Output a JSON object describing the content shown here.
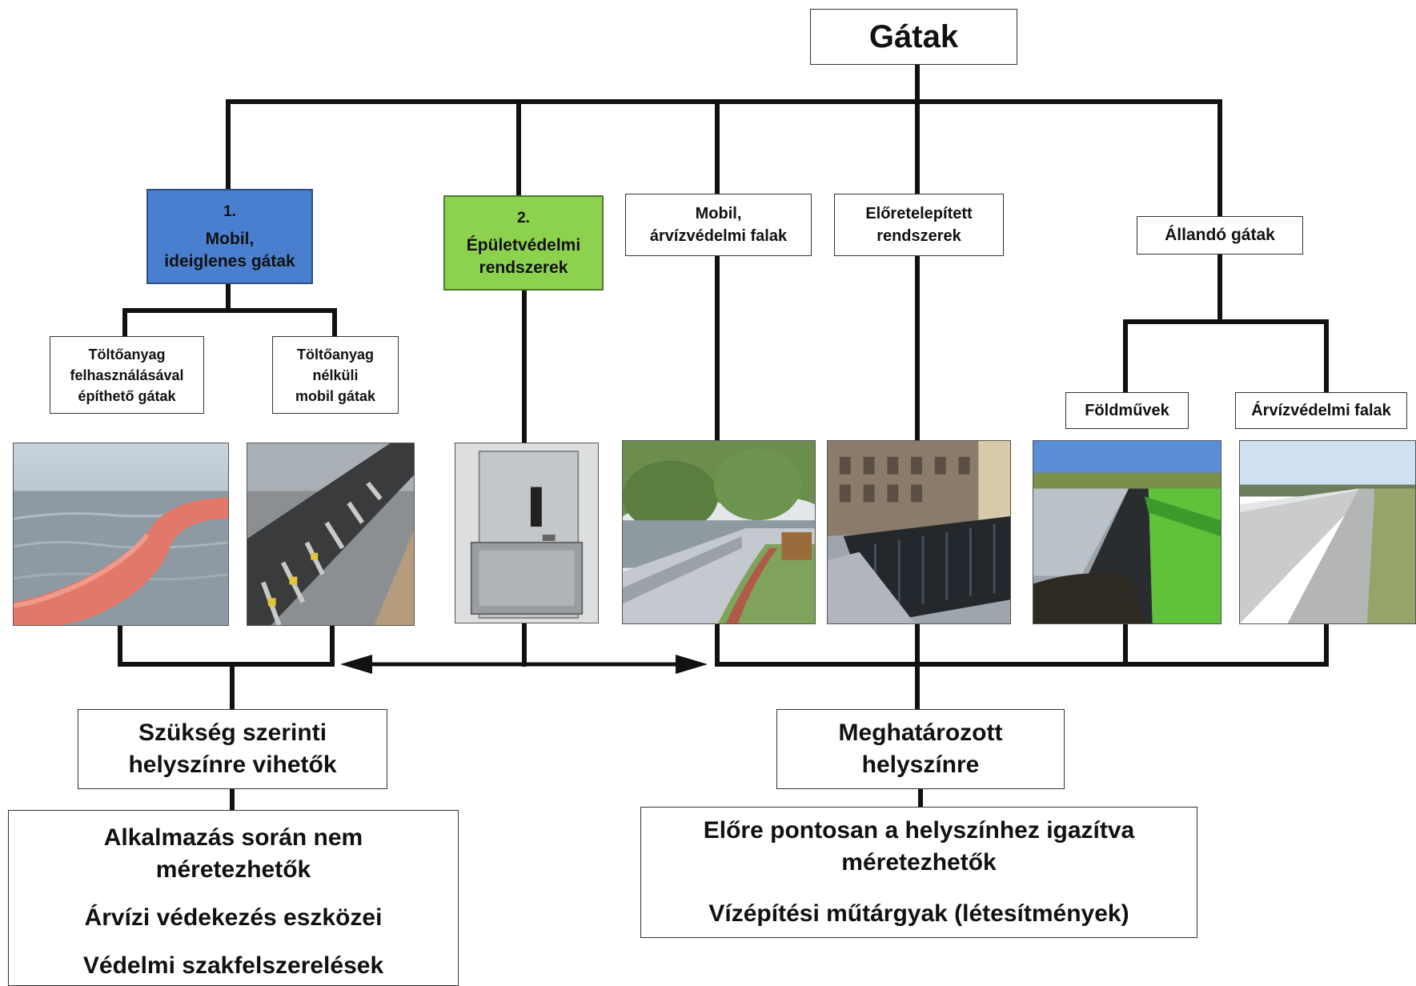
{
  "root": {
    "title": "Gátak"
  },
  "categories": {
    "mobile_temp": {
      "number": "1.",
      "line1": "Mobil,",
      "line2": "ideiglenes gátak",
      "color": "#4a7fcf"
    },
    "building": {
      "number": "2.",
      "line1": "Épületvédelmi",
      "line2": "rendszerek",
      "color": "#8cd24f"
    },
    "mobile_walls": {
      "line1": "Mobil,",
      "line2": "árvízvédelmi falak"
    },
    "preinstalled": {
      "line1": "Előretelepített",
      "line2": "rendszerek"
    },
    "permanent": {
      "label": "Állandó gátak"
    }
  },
  "subcategories": {
    "with_fill": {
      "line1": "Töltőanyag",
      "line2": "felhasználásával",
      "line3": "építhető gátak"
    },
    "without_fill": {
      "line1": "Töltőanyag",
      "line2": "nélküli",
      "line3": "mobil gátak"
    },
    "earthworks": {
      "label": "Földművek"
    },
    "flood_walls": {
      "label": "Árvízvédelmi falak"
    }
  },
  "outcomes": {
    "portable": {
      "line1": "Szükség szerinti",
      "line2": "helyszínre vihetők"
    },
    "fixed": {
      "line1": "Meghatározott",
      "line2": "helyszínre"
    }
  },
  "details": {
    "left": {
      "line1": "Alkalmazás során nem",
      "line2": "méretezhetők",
      "line3": "Árvízi védekezés eszközei",
      "line4": "Védelmi szakfelszerelések"
    },
    "right": {
      "line1": "Előre pontosan a helyszínhez igazítva",
      "line2": "méretezhetők",
      "line3": "Vízépítési műtárgyak (létesítmények)"
    }
  }
}
